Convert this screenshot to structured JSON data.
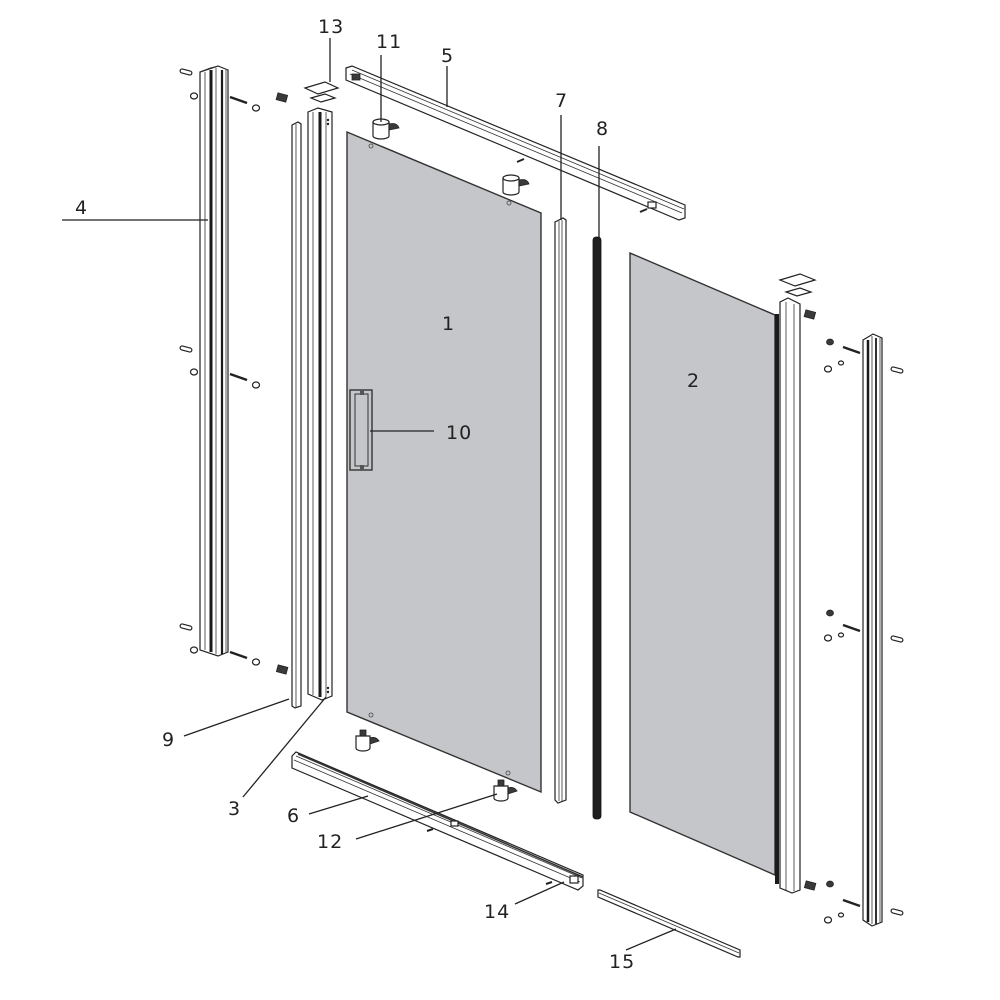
{
  "diagram": {
    "type": "exploded-parts-diagram",
    "subject": "pivot shower door assembly",
    "colors": {
      "background": "#ffffff",
      "glass": "#c4c6c9",
      "line": "#222222",
      "seal": "#1f1f1f"
    },
    "callouts": [
      {
        "id": "1",
        "label": "1",
        "part": "door-glass-panel"
      },
      {
        "id": "2",
        "label": "2",
        "part": "fixed-glass-panel"
      },
      {
        "id": "3",
        "label": "3",
        "part": "hinge-side-profile"
      },
      {
        "id": "4",
        "label": "4",
        "part": "left-wall-profile"
      },
      {
        "id": "5",
        "label": "5",
        "part": "top-rail"
      },
      {
        "id": "6",
        "label": "6",
        "part": "bottom-rail"
      },
      {
        "id": "7",
        "label": "7",
        "part": "vertical-seal-strip"
      },
      {
        "id": "8",
        "label": "8",
        "part": "magnetic-seal-strip"
      },
      {
        "id": "9",
        "label": "9",
        "part": "side-seal-strip"
      },
      {
        "id": "10",
        "label": "10",
        "part": "door-handle"
      },
      {
        "id": "11",
        "label": "11",
        "part": "top-pivot-hinge"
      },
      {
        "id": "12",
        "label": "12",
        "part": "bottom-pivot-hinge"
      },
      {
        "id": "13",
        "label": "13",
        "part": "end-caps"
      },
      {
        "id": "14",
        "label": "14",
        "part": "rail-screw"
      },
      {
        "id": "15",
        "label": "15",
        "part": "drip-sweep-strip"
      }
    ]
  }
}
